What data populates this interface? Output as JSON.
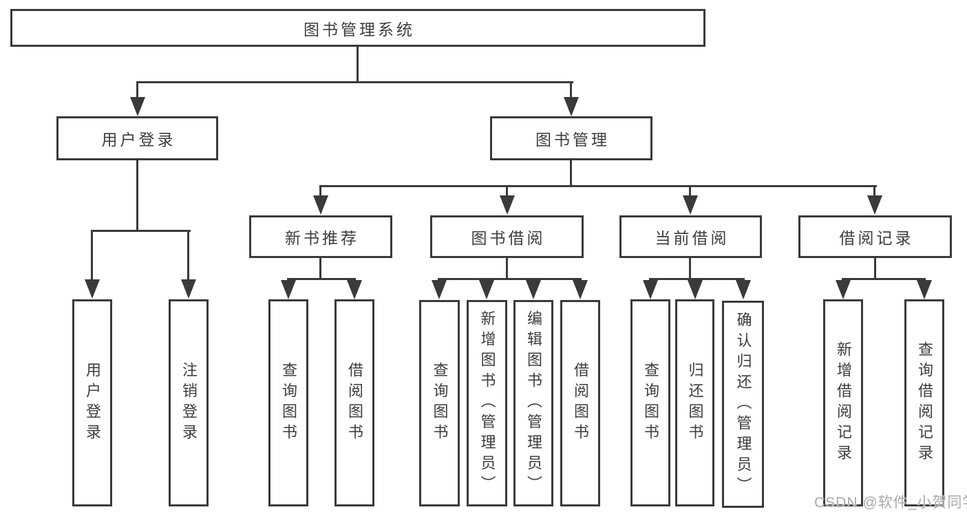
{
  "colors": {
    "line": "#3a3a3a",
    "text": "#3d3d3d",
    "watermark": "#a9a9a9",
    "background": "#ffffff"
  },
  "diagram": {
    "root": {
      "label": "图书管理系统"
    },
    "level2": [
      {
        "label": "用户登录"
      },
      {
        "label": "图书管理"
      }
    ],
    "level3": [
      {
        "label": "新书推荐"
      },
      {
        "label": "图书借阅"
      },
      {
        "label": "当前借阅"
      },
      {
        "label": "借阅记录"
      }
    ],
    "leaves": {
      "user_login": [
        {
          "label": "用户登录"
        },
        {
          "label": "注销登录"
        }
      ],
      "new_book": [
        {
          "label": "查询图书"
        },
        {
          "label": "借阅图书"
        }
      ],
      "book_borrow": [
        {
          "label": "查询图书"
        },
        {
          "label": "新增图书（管理员）"
        },
        {
          "label": "编辑图书（管理员）"
        },
        {
          "label": "借阅图书"
        }
      ],
      "current_borrow": [
        {
          "label": "查询图书"
        },
        {
          "label": "归还图书"
        },
        {
          "label": "确认归还（管理员）"
        }
      ],
      "borrow_records": [
        {
          "label": "新增借阅记录"
        },
        {
          "label": "查询借阅记录"
        }
      ]
    }
  },
  "watermark": {
    "text": "CSDN @软件_小贺同学"
  }
}
